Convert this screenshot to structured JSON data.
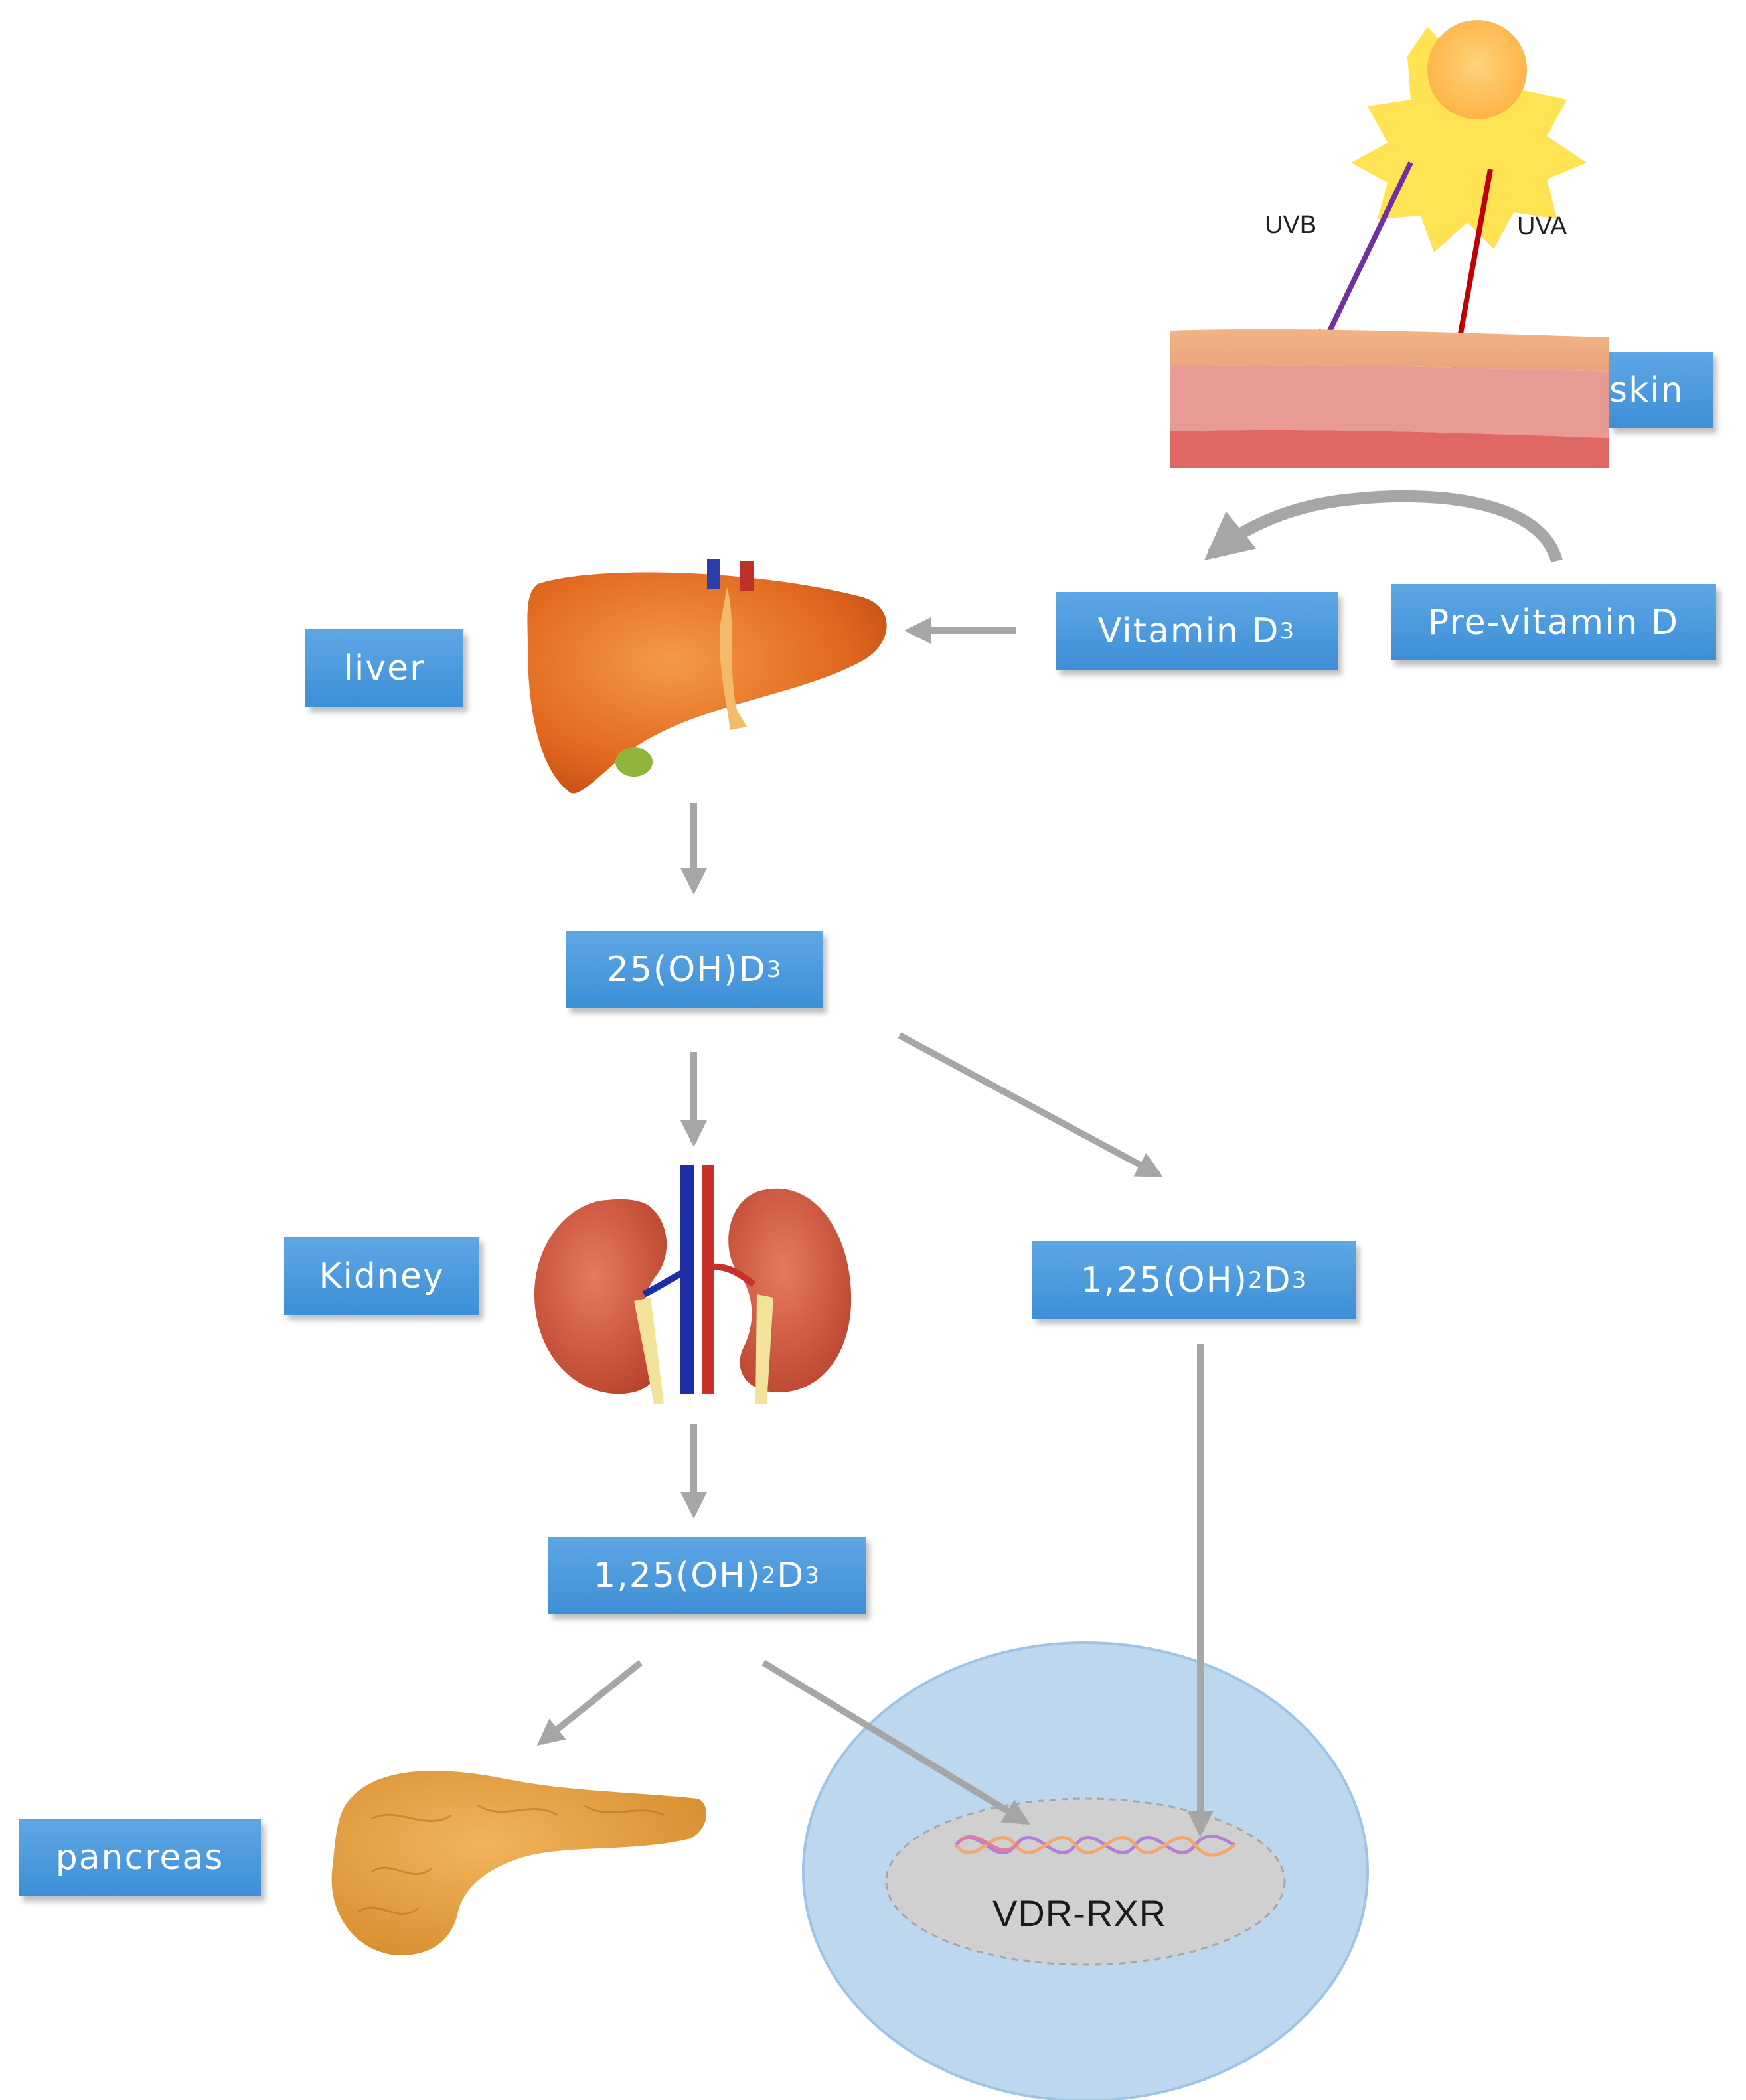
{
  "labels": {
    "uvb": "UVB",
    "uva": "UVA",
    "skin": "skin",
    "vitamin_d3_main": "Vitamin D",
    "vitamin_d3_sub": "3",
    "pre_vitamin_d": "Pre-vitamin D",
    "liver": "liver",
    "d25_main": "25(OH)D",
    "d25_sub": "3",
    "kidney": "Kidney",
    "d125_right_a": "1,25(OH)",
    "d125_right_sub1": "2",
    "d125_right_b": "D",
    "d125_right_sub2": "3",
    "d125_left_a": "1,25(OH)",
    "d125_left_sub1": "2",
    "d125_left_b": "D",
    "d125_left_sub2": "3",
    "pancreas": "pancreas",
    "vdr_rxr": "VDR-RXR"
  },
  "colors": {
    "box_blue": "#4a9ae0",
    "arrow_gray": "#a6a6a6",
    "uvb_purple": "#7030a0",
    "uva_red": "#c00000",
    "cell_blue": "#bdd7ee",
    "nucleus_gray": "#d0d0d0"
  }
}
